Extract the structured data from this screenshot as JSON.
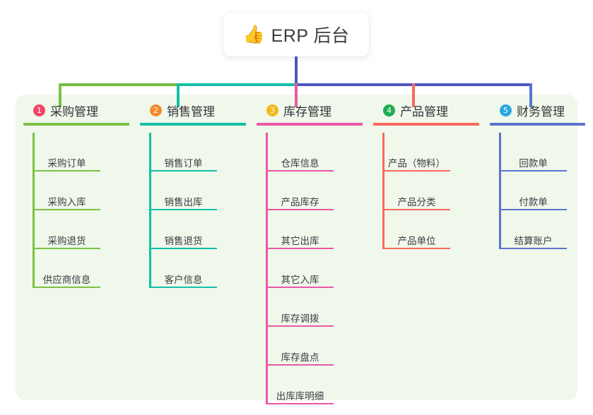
{
  "root": {
    "emoji": "👍",
    "emoji_name": "thumbs-up-icon",
    "title": "ERP 后台"
  },
  "colors": {
    "panel_background": "#eff8ea",
    "page_background": "#ffffff",
    "root_trunk": "#4c56c0",
    "bus_left": "#72bd44",
    "bus_mid": "#15bfa5",
    "bus_right": "#4c56c0"
  },
  "columns": [
    {
      "number": "1",
      "title": "采购管理",
      "badge_color": "#f2456a",
      "line_color": "#7cc144",
      "items": [
        "采购订单",
        "采购入库",
        "采购退货",
        "供应商信息"
      ]
    },
    {
      "number": "2",
      "title": "销售管理",
      "badge_color": "#f58a30",
      "line_color": "#14bfa6",
      "items": [
        "销售订单",
        "销售出库",
        "销售退货",
        "客户信息"
      ]
    },
    {
      "number": "3",
      "title": "库存管理",
      "badge_color": "#f5b91b",
      "line_color": "#ec57a8",
      "items": [
        "仓库信息",
        "产品库存",
        "其它出库",
        "其它入库",
        "库存调拨",
        "库存盘点",
        "出库库明细"
      ]
    },
    {
      "number": "4",
      "title": "产品管理",
      "badge_color": "#23ab53",
      "line_color": "#f96a5d",
      "items": [
        "产品（物料）",
        "产品分类",
        "产品单位"
      ]
    },
    {
      "number": "5",
      "title": "财务管理",
      "badge_color": "#28a8e0",
      "line_color": "#5b73cf",
      "items": [
        "回款单",
        "付款单",
        "结算账户"
      ]
    }
  ]
}
